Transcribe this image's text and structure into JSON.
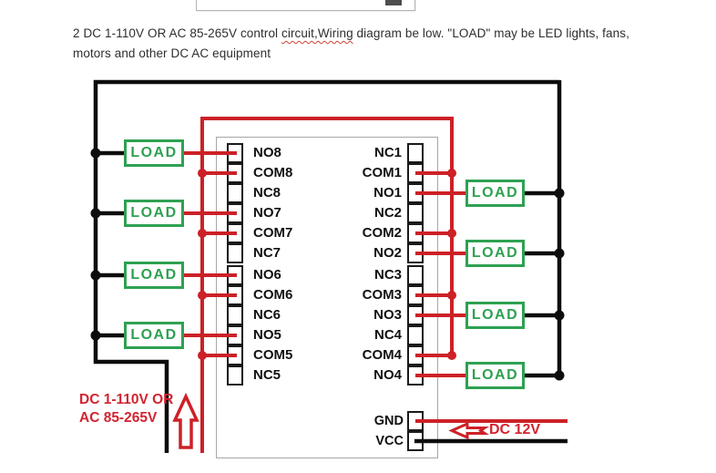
{
  "header": {
    "line1_pre": "2 DC 1-110V OR AC 85-265V control ",
    "line1_misspelled": "circuit,Wiring",
    "line1_post": " diagram be low. \"LOAD\" may be LED lights, fans,",
    "line2": "motors and other DC AC equipment"
  },
  "diagram": {
    "load_label": "LOAD",
    "left_terminals": [
      "NO8",
      "COM8",
      "NC8",
      "NO7",
      "COM7",
      "NC7",
      "NO6",
      "COM6",
      "NC6",
      "NO5",
      "COM5",
      "NC5"
    ],
    "right_terminals": [
      "NC1",
      "COM1",
      "NO1",
      "NC2",
      "COM2",
      "NO2",
      "NC3",
      "COM3",
      "NO3",
      "NC4",
      "COM4",
      "NO4"
    ],
    "power_terminals": [
      "GND",
      "VCC"
    ],
    "control_source_line1": "DC 1-110V OR",
    "control_source_line2": "AC 85-265V",
    "power_source_label": "DC 12V",
    "colors": {
      "wire_red": "#cc2127",
      "wire_black": "#0d0d0d",
      "load_green": "#2ea152",
      "red_text": "#d32330",
      "terminal_border": "#1a1a1a",
      "module_border": "#a6a6a6",
      "header_text": "#2e2e2e"
    }
  }
}
